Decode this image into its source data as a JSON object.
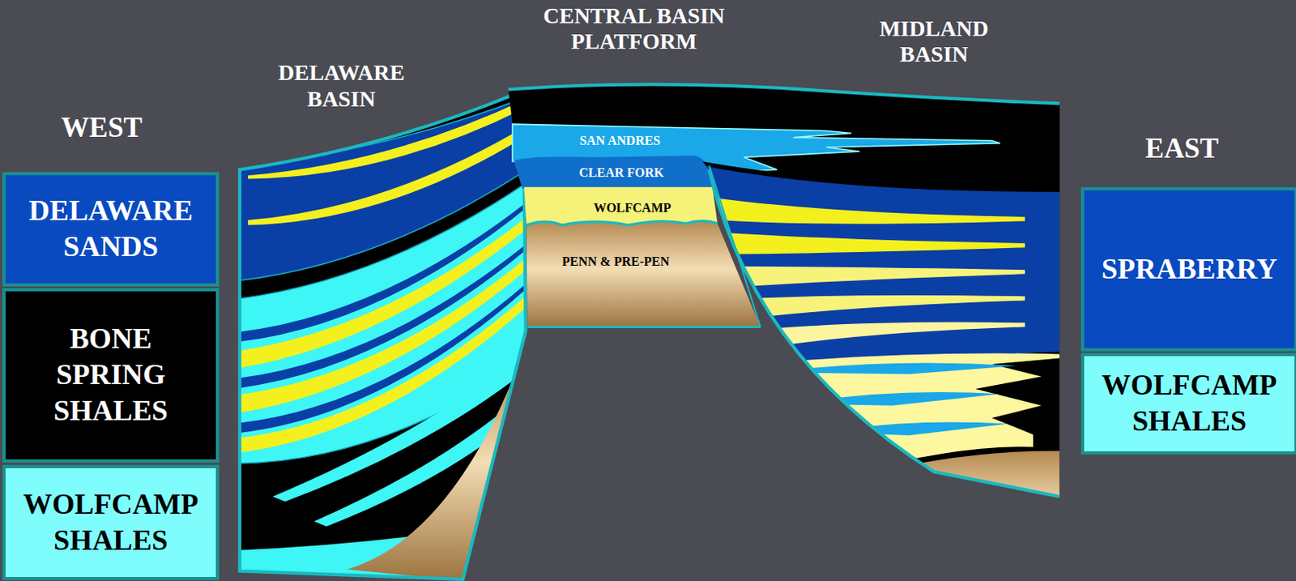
{
  "diagram": {
    "nodes": [
      {
        "text": [
          "DELAWARE SANDS"
        ]
      },
      {
        "text": [
          "BONE SPRING SHALES"
        ]
      },
      {
        "text": [
          "WOLFCAMP SHALES"
        ]
      },
      {
        "text": [
          "SPRABERRY"
        ]
      },
      {
        "text": [
          "WOLFCAMP SHALES"
        ]
      },
      {
        "text": [
          "SAN ANDRES"
        ]
      },
      {
        "text": [
          "CLEAR FORK"
        ]
      },
      {
        "text": [
          "WOLFCAMP"
        ]
      },
      {
        "text": [
          "PENN & PRE-PEN"
        ]
      }
    ],
    "labels": [
      "WEST",
      "DELAWARE BASIN",
      "CENTRAL BASIN PLATFORM",
      "MIDLAND BASIN",
      "EAST"
    ]
  }
}
